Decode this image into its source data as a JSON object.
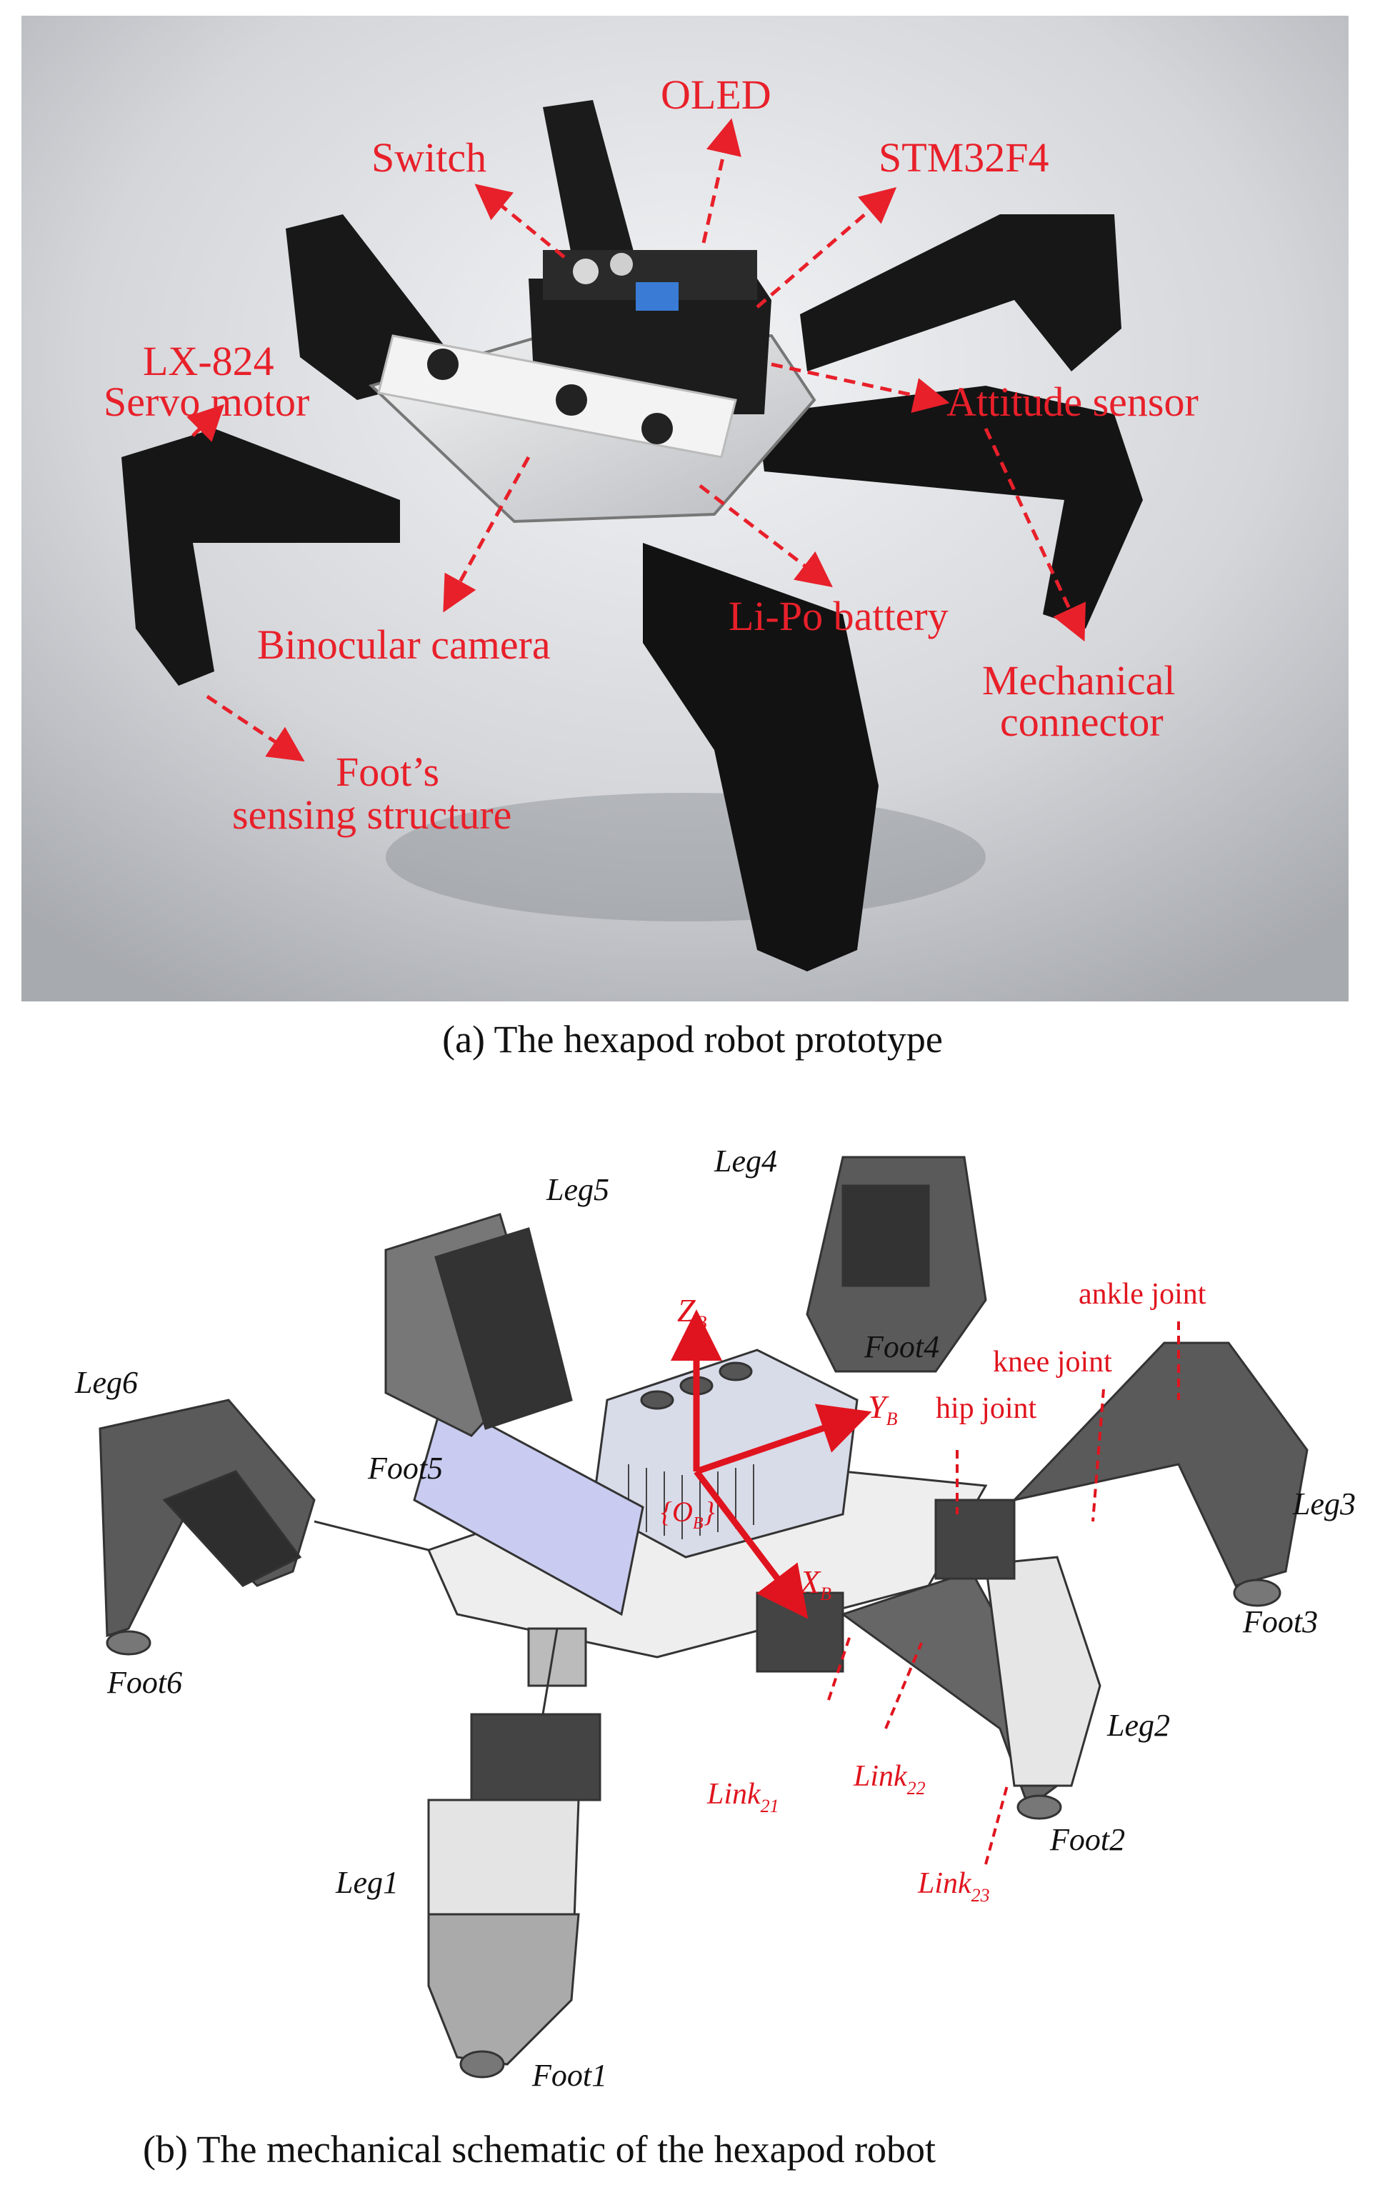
{
  "panel_a": {
    "caption": "(a) The hexapod robot prototype",
    "labels": {
      "oled": "OLED",
      "switch": "Switch",
      "stm32": "STM32F4",
      "servo_line1": "LX-824",
      "servo_line2": "Servo motor",
      "attitude": "Attitude sensor",
      "battery": "Li-Po battery",
      "camera": "Binocular camera",
      "mech_line1": "Mechanical",
      "mech_line2": "connector",
      "foot_line1": "Foot’s",
      "foot_line2": "sensing structure"
    },
    "annotation_color": "#e8202a"
  },
  "panel_b": {
    "caption": "(b) The mechanical schematic of the hexapod robot",
    "legs": [
      "Leg1",
      "Leg2",
      "Leg3",
      "Leg4",
      "Leg5",
      "Leg6"
    ],
    "feet": [
      "Foot1",
      "Foot2",
      "Foot3",
      "Foot4",
      "Foot5",
      "Foot6"
    ],
    "axes": {
      "z": "Z",
      "z_sub": "B",
      "y": "Y",
      "y_sub": "B",
      "x": "X",
      "x_sub": "B",
      "origin_open": "{O",
      "origin_sub": "B",
      "origin_close": "}"
    },
    "joints": {
      "ankle": "ankle joint",
      "knee": "knee joint",
      "hip": "hip joint"
    },
    "links": [
      {
        "name": "Link",
        "sub": "21"
      },
      {
        "name": "Link",
        "sub": "22"
      },
      {
        "name": "Link",
        "sub": "23"
      }
    ],
    "annotation_color": "#e8202a"
  }
}
